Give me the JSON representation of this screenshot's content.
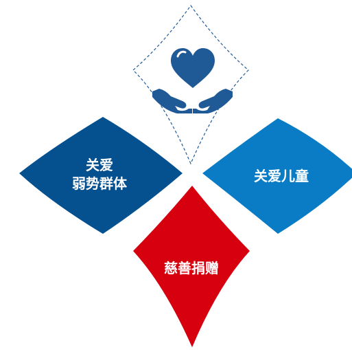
{
  "petals": [
    {
      "id": "care-vulnerable",
      "lines": [
        "关爱",
        "弱势群体"
      ],
      "color": "#05508f"
    },
    {
      "id": "care-children",
      "lines": [
        "关爱儿童"
      ],
      "color": "#0a7cc6"
    },
    {
      "id": "charity-donation",
      "lines": [
        "慈善捐赠"
      ],
      "color": "#d7000f"
    }
  ],
  "top_petal": {
    "style": "dashed-outline",
    "stroke_color": "#1f5a96",
    "icon": "heart-in-hands-icon",
    "icon_color": "#1f5a96"
  },
  "colors": {
    "background": "#ffffff",
    "label": "#ffffff"
  }
}
